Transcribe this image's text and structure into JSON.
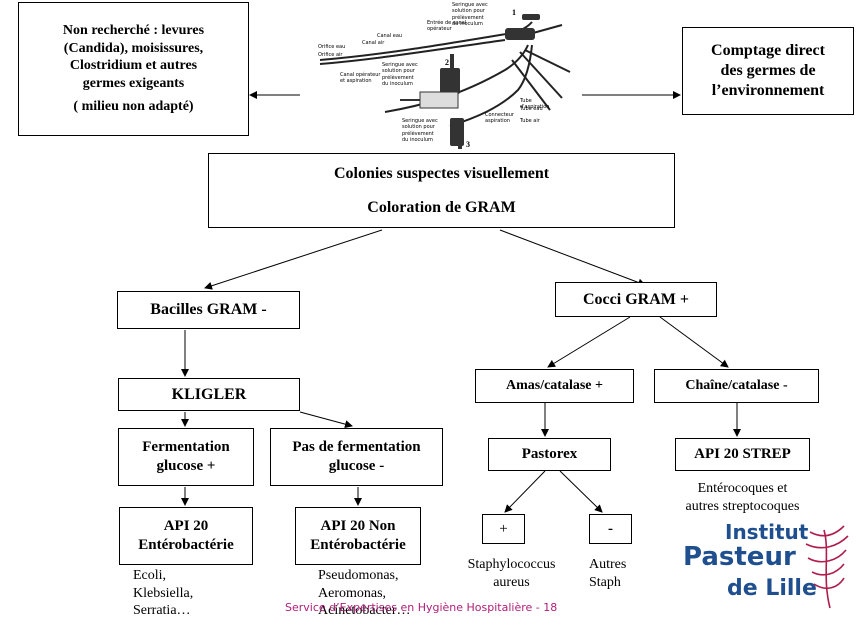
{
  "nodes": {
    "not_searched": [
      "Non recherché : levures",
      "(Candida), moisissures,",
      "Clostridium et autres",
      "germes exigeants",
      "( milieu non adapté)"
    ],
    "direct_count": [
      "Comptage direct",
      "des germes de",
      "l’environnement"
    ],
    "suspect": "Colonies suspectes visuellement",
    "gram": "Coloration de GRAM",
    "bacilles": "Bacilles GRAM -",
    "cocci": "Cocci GRAM +",
    "kligler": "KLIGLER",
    "ferment": [
      "Fermentation",
      "glucose +"
    ],
    "no_ferment": [
      "Pas de fermentation",
      "glucose -"
    ],
    "api20e": [
      "API 20",
      "Entérobactérie"
    ],
    "api20ne": [
      "API 20 Non",
      "Entérobactérie"
    ],
    "amas": "Amas/catalase +",
    "chaine": "Chaîne/catalase -",
    "pastorex": "Pastorex",
    "api20strep": "API 20 STREP",
    "plus": "+",
    "minus": "-"
  },
  "results": {
    "entero": [
      "Ecoli,",
      "Klebsiella,",
      "Serratia…"
    ],
    "non_entero": [
      "Pseudomonas,",
      "Aeromonas,",
      "Acinetobacter…"
    ],
    "strep": [
      "Entérocoques et",
      "autres streptocoques"
    ],
    "staph_aureus": [
      "Staphylococcus",
      "aureus"
    ],
    "other_staph": [
      "Autres",
      "Staph"
    ]
  },
  "endoscope_labels": [
    "Seringue avec solution pour prélèvement du inoculum",
    "Entrée de canal opérateur",
    "Canal eau",
    "Canal air",
    "Orifice eau",
    "Orifice air",
    "Canal opérateur et aspiration",
    "Tube d'aspiration",
    "Tube eau",
    "Tube air",
    "Connecteur aspiration",
    "1",
    "2",
    "3"
  ],
  "footer": "Service d’Expertises en Hygiène Hospitalière - 18",
  "logo": [
    "Institut",
    "Pasteur",
    "de Lille"
  ]
}
